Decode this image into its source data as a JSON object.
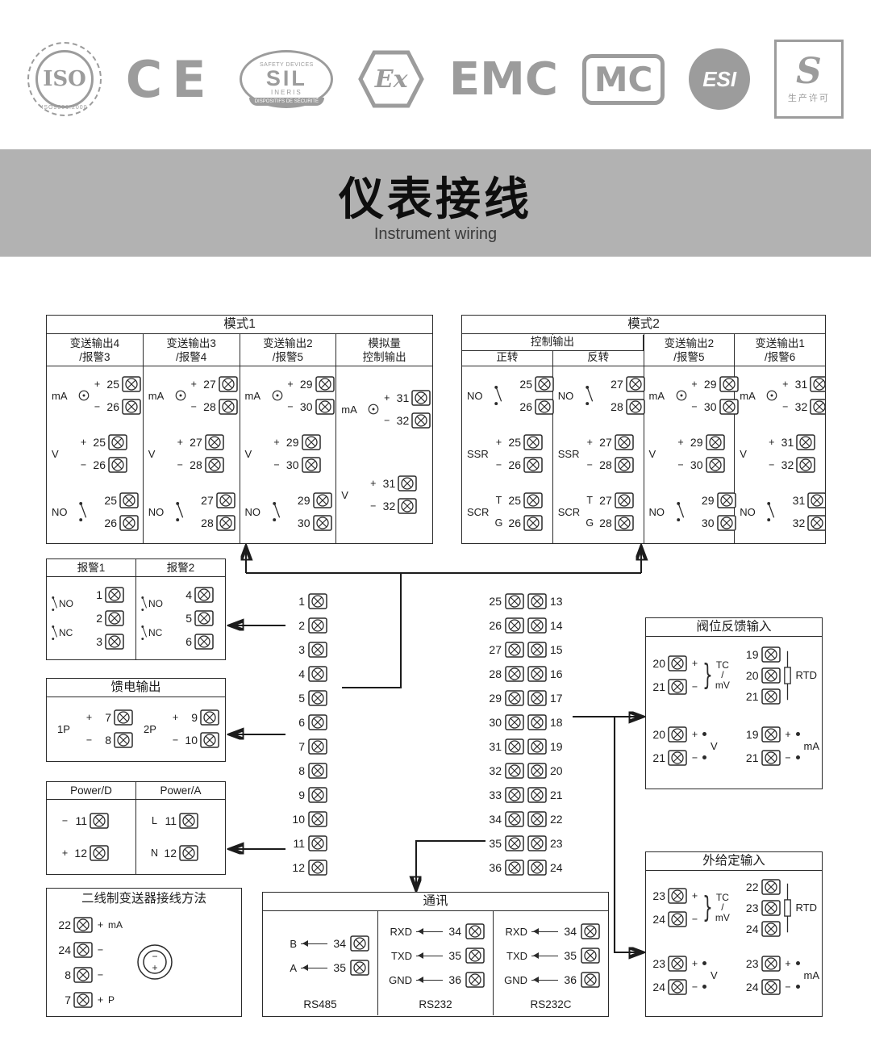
{
  "logos": {
    "iso": {
      "text": "ISO",
      "sub": "ISO9001:2000"
    },
    "ce": {
      "text": "CE"
    },
    "sil": {
      "top": "SAFETY DEVICES",
      "text": "SIL",
      "mid": "INERIS",
      "bottom": "DISPOSITIFS DE SÉCURITÉ"
    },
    "ex": {
      "text": "Ex"
    },
    "emc": {
      "text": "EMC"
    },
    "mc": {
      "text": "MC"
    },
    "esi": {
      "text": "ESI"
    },
    "s": {
      "text": "S",
      "sub": "生产许可"
    }
  },
  "banner": {
    "title": "仪表接线",
    "subtitle": "Instrument wiring"
  },
  "mode1": {
    "title": "模式1",
    "columns": [
      {
        "header": [
          "变送输出4",
          "/报警3"
        ],
        "circuits": [
          {
            "label": "mA",
            "kind": "ma",
            "terms": [
              [
                "+",
                "25"
              ],
              [
                "−",
                "26"
              ]
            ]
          },
          {
            "label": "V",
            "kind": "v",
            "terms": [
              [
                "+",
                "25"
              ],
              [
                "−",
                "26"
              ]
            ]
          },
          {
            "label": "NO",
            "kind": "sw",
            "terms": [
              [
                "",
                "25"
              ],
              [
                "",
                "26"
              ]
            ]
          }
        ]
      },
      {
        "header": [
          "变送输出3",
          "/报警4"
        ],
        "circuits": [
          {
            "label": "mA",
            "kind": "ma",
            "terms": [
              [
                "+",
                "27"
              ],
              [
                "−",
                "28"
              ]
            ]
          },
          {
            "label": "V",
            "kind": "v",
            "terms": [
              [
                "+",
                "27"
              ],
              [
                "−",
                "28"
              ]
            ]
          },
          {
            "label": "NO",
            "kind": "sw",
            "terms": [
              [
                "",
                "27"
              ],
              [
                "",
                "28"
              ]
            ]
          }
        ]
      },
      {
        "header": [
          "变送输出2",
          "/报警5"
        ],
        "circuits": [
          {
            "label": "mA",
            "kind": "ma",
            "terms": [
              [
                "+",
                "29"
              ],
              [
                "−",
                "30"
              ]
            ]
          },
          {
            "label": "V",
            "kind": "v",
            "terms": [
              [
                "+",
                "29"
              ],
              [
                "−",
                "30"
              ]
            ]
          },
          {
            "label": "NO",
            "kind": "sw",
            "terms": [
              [
                "",
                "29"
              ],
              [
                "",
                "30"
              ]
            ]
          }
        ]
      },
      {
        "header": [
          "模拟量",
          "控制输出"
        ],
        "circuits": [
          {
            "label": "mA",
            "kind": "ma",
            "terms": [
              [
                "+",
                "31"
              ],
              [
                "−",
                "32"
              ]
            ]
          },
          {
            "label": "V",
            "kind": "v",
            "terms": [
              [
                "+",
                "31"
              ],
              [
                "−",
                "32"
              ]
            ]
          }
        ]
      }
    ]
  },
  "mode2": {
    "title": "模式2",
    "group_header": "控制输出",
    "columns": [
      {
        "grouped": true,
        "sub": "正转",
        "circuits": [
          {
            "label": "NO",
            "kind": "sw",
            "terms": [
              [
                "",
                "25"
              ],
              [
                "",
                "26"
              ]
            ]
          },
          {
            "label": "SSR",
            "kind": "pm",
            "terms": [
              [
                "+",
                "25"
              ],
              [
                "−",
                "26"
              ]
            ]
          },
          {
            "label": "SCR",
            "kind": "tg",
            "terms": [
              [
                "T",
                "25"
              ],
              [
                "G",
                "26"
              ]
            ]
          }
        ]
      },
      {
        "grouped": true,
        "sub": "反转",
        "circuits": [
          {
            "label": "NO",
            "kind": "sw",
            "terms": [
              [
                "",
                "27"
              ],
              [
                "",
                "28"
              ]
            ]
          },
          {
            "label": "SSR",
            "kind": "pm",
            "terms": [
              [
                "+",
                "27"
              ],
              [
                "−",
                "28"
              ]
            ]
          },
          {
            "label": "SCR",
            "kind": "tg",
            "terms": [
              [
                "T",
                "27"
              ],
              [
                "G",
                "28"
              ]
            ]
          }
        ]
      },
      {
        "header": [
          "变送输出2",
          "/报警5"
        ],
        "circuits": [
          {
            "label": "mA",
            "kind": "ma",
            "terms": [
              [
                "+",
                "29"
              ],
              [
                "−",
                "30"
              ]
            ]
          },
          {
            "label": "V",
            "kind": "v",
            "terms": [
              [
                "+",
                "29"
              ],
              [
                "−",
                "30"
              ]
            ]
          },
          {
            "label": "NO",
            "kind": "sw",
            "terms": [
              [
                "",
                "29"
              ],
              [
                "",
                "30"
              ]
            ]
          }
        ]
      },
      {
        "header": [
          "变送输出1",
          "/报警6"
        ],
        "circuits": [
          {
            "label": "mA",
            "kind": "ma",
            "terms": [
              [
                "+",
                "31"
              ],
              [
                "−",
                "32"
              ]
            ]
          },
          {
            "label": "V",
            "kind": "v",
            "terms": [
              [
                "+",
                "31"
              ],
              [
                "−",
                "32"
              ]
            ]
          },
          {
            "label": "NO",
            "kind": "sw",
            "terms": [
              [
                "",
                "31"
              ],
              [
                "",
                "32"
              ]
            ]
          }
        ]
      }
    ]
  },
  "alarms": {
    "columns": [
      {
        "header": "报警1",
        "terminals": [
          "1",
          "2",
          "3"
        ],
        "contacts": [
          "NO",
          "NC"
        ]
      },
      {
        "header": "报警2",
        "terminals": [
          "4",
          "5",
          "6"
        ],
        "contacts": [
          "NO",
          "NC"
        ]
      }
    ]
  },
  "feed": {
    "title": "馈电输出",
    "circuits": [
      {
        "label": "1P",
        "kind": "pm",
        "terms": [
          [
            "+",
            "7"
          ],
          [
            "−",
            "8"
          ]
        ]
      },
      {
        "label": "2P",
        "kind": "pm",
        "terms": [
          [
            "+",
            "9"
          ],
          [
            "−",
            "10"
          ]
        ]
      }
    ]
  },
  "power": {
    "columns": [
      {
        "header": "Power/D",
        "terms": [
          [
            "−",
            "11"
          ],
          [
            "+",
            "12"
          ]
        ]
      },
      {
        "header": "Power/A",
        "terms": [
          [
            "L",
            "11"
          ],
          [
            "N",
            "12"
          ]
        ]
      }
    ]
  },
  "twowire": {
    "title": "二线制变送器接线方法",
    "rows": [
      {
        "n": "22",
        "mark": "+",
        "tag": "mA"
      },
      {
        "n": "24",
        "mark": "−",
        "tag": ""
      },
      {
        "n": "8",
        "mark": "−",
        "tag": ""
      },
      {
        "n": "7",
        "mark": "+",
        "tag": "P"
      }
    ]
  },
  "center": {
    "left": [
      "1",
      "2",
      "3",
      "4",
      "5",
      "6",
      "7",
      "8",
      "9",
      "10",
      "11",
      "12"
    ],
    "mid": [
      "25",
      "26",
      "27",
      "28",
      "29",
      "30",
      "31",
      "32",
      "33",
      "34",
      "35",
      "36"
    ],
    "right": [
      "13",
      "14",
      "15",
      "16",
      "17",
      "18",
      "19",
      "20",
      "21",
      "22",
      "23",
      "24"
    ]
  },
  "comm": {
    "title": "通讯",
    "sections": [
      {
        "name": "RS485",
        "rows": [
          [
            "B",
            "34"
          ],
          [
            "A",
            "35"
          ]
        ]
      },
      {
        "name": "RS232",
        "rows": [
          [
            "RXD",
            "34"
          ],
          [
            "TXD",
            "35"
          ],
          [
            "GND",
            "36"
          ]
        ]
      },
      {
        "name": "RS232C",
        "rows": [
          [
            "RXD",
            "34"
          ],
          [
            "TXD",
            "35"
          ],
          [
            "GND",
            "36"
          ]
        ]
      }
    ]
  },
  "valve": {
    "title": "阀位反馈输入",
    "tc": {
      "labels": [
        "TC",
        "/",
        "mV"
      ],
      "terms": [
        [
          "20",
          "+"
        ],
        [
          "21",
          "−"
        ]
      ]
    },
    "rtd": {
      "label": "RTD",
      "terms": [
        "19",
        "20",
        "21"
      ]
    },
    "volt": {
      "label": "V",
      "terms": [
        [
          "20",
          "+"
        ],
        [
          "21",
          "−"
        ]
      ]
    },
    "curr": {
      "label": "mA",
      "terms": [
        [
          "19",
          "+"
        ],
        [
          "21",
          "−"
        ]
      ]
    }
  },
  "external": {
    "title": "外给定输入",
    "tc": {
      "labels": [
        "TC",
        "/",
        "mV"
      ],
      "terms": [
        [
          "23",
          "+"
        ],
        [
          "24",
          "−"
        ]
      ]
    },
    "rtd": {
      "label": "RTD",
      "terms": [
        "22",
        "23",
        "24"
      ]
    },
    "volt": {
      "label": "V",
      "terms": [
        [
          "23",
          "+"
        ],
        [
          "24",
          "−"
        ]
      ]
    },
    "curr": {
      "label": "mA",
      "terms": [
        [
          "23",
          "+"
        ],
        [
          "24",
          "−"
        ]
      ]
    }
  }
}
